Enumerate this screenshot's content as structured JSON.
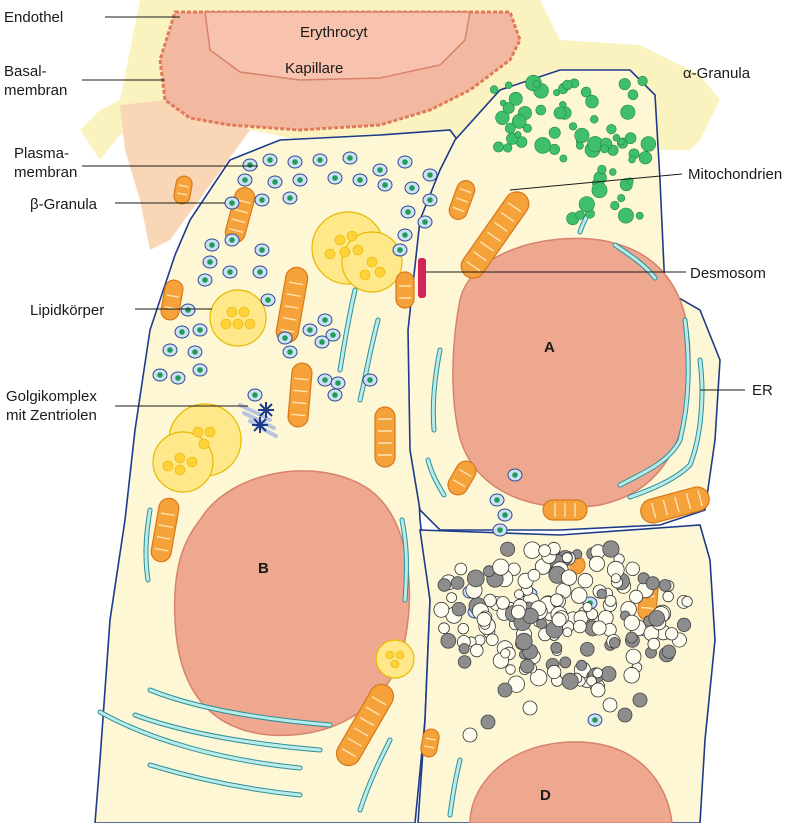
{
  "labels": {
    "endothel": "Endothel",
    "basalmembran_1": "Basal-",
    "basalmembran_2": "membran",
    "plasmamembran_1": "Plasma-",
    "plasmamembran_2": "membran",
    "beta_granula": "β-Granula",
    "lipidkoerper": "Lipidkörper",
    "golgi_1": "Golgikomplex",
    "golgi_2": "mit Zentriolen",
    "erythrocyt": "Erythrocyt",
    "kapillare": "Kapillare",
    "alpha_granula": "α-Granula",
    "mitochondrien": "Mitochondrien",
    "desmosom": "Desmosom",
    "er": "ER"
  },
  "cells": {
    "a": "A",
    "b": "B",
    "d": "D"
  },
  "colors": {
    "cytoplasm": "#fdf7d6",
    "membrane": "#1e3b8a",
    "nucleus": "#efa890",
    "mitochondria": "#f6a23a",
    "er": "#2f8f9a",
    "lipid": "#ffe88a",
    "alpha_granula": "#3fbf6a",
    "beta_granula_core": "#1e9c5a",
    "desmosome": "#d0245a",
    "capillary": "#f3b8a0"
  }
}
